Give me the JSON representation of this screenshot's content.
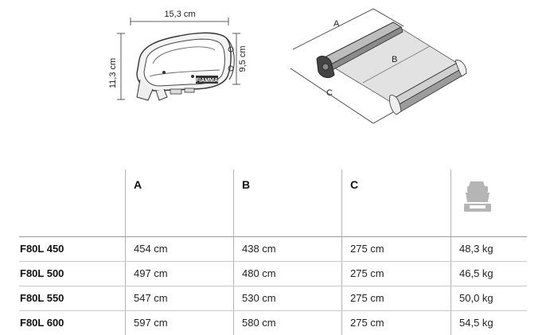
{
  "figures": {
    "front_view": {
      "width_label": "15,3 cm",
      "height_label": "11,3 cm",
      "inner_height_label": "9,5 cm",
      "brand_label": "FIAMMA"
    },
    "perspective_view": {
      "label_a": "A",
      "label_b": "B",
      "label_c": "C"
    }
  },
  "table": {
    "headers": [
      "",
      "A",
      "B",
      "C",
      "weight-icon"
    ],
    "rows": [
      {
        "model": "F80L 450",
        "a": "454 cm",
        "b": "438 cm",
        "c": "275 cm",
        "weight": "48,3 kg"
      },
      {
        "model": "F80L 500",
        "a": "497 cm",
        "b": "480 cm",
        "c": "275 cm",
        "weight": "46,5 kg"
      },
      {
        "model": "F80L 550",
        "a": "547 cm",
        "b": "530 cm",
        "c": "275 cm",
        "weight": "50,0 kg"
      },
      {
        "model": "F80L 600",
        "a": "597 cm",
        "b": "580 cm",
        "c": "275 cm",
        "weight": "54,5 kg"
      }
    ]
  }
}
